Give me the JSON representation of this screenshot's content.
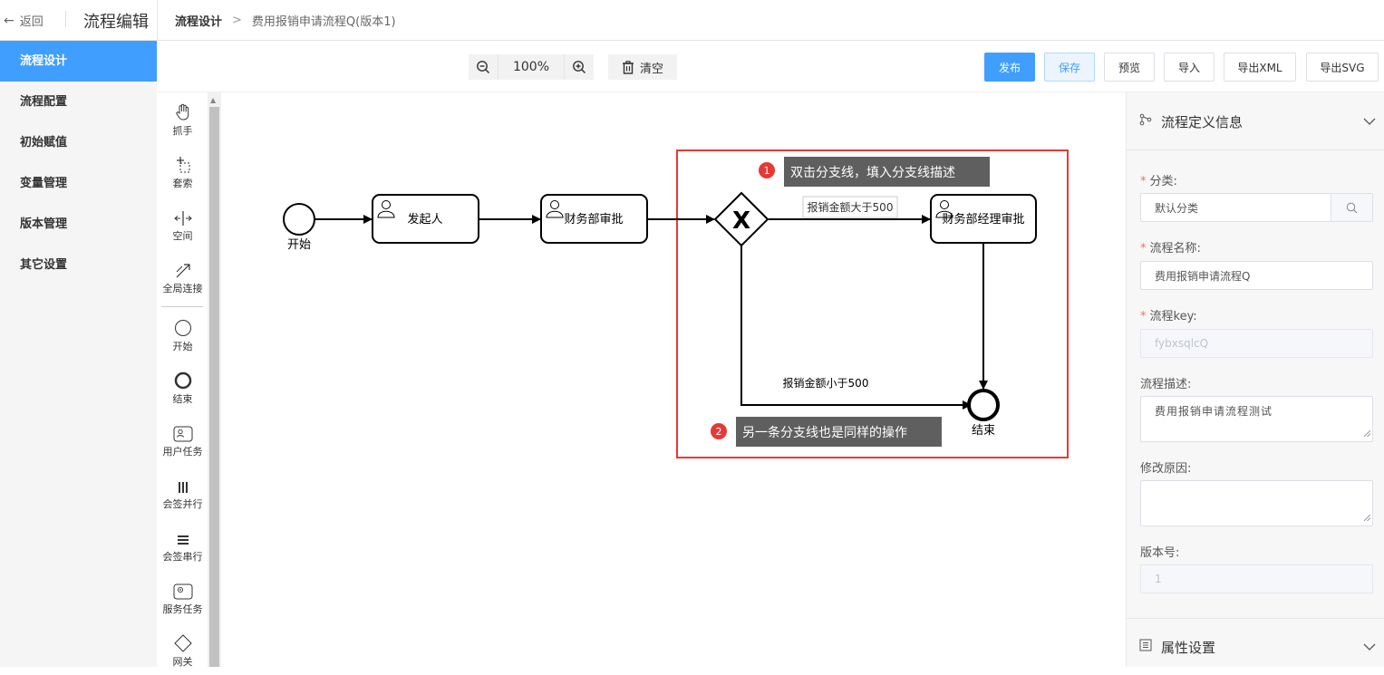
{
  "header": {
    "back_label": "返回",
    "app_title": "流程编辑",
    "breadcrumb": [
      "流程设计",
      "费用报销申请流程Q(版本1)"
    ]
  },
  "nav": {
    "items": [
      {
        "label": "流程设计",
        "active": true
      },
      {
        "label": "流程配置"
      },
      {
        "label": "初始赋值"
      },
      {
        "label": "变量管理"
      },
      {
        "label": "版本管理"
      },
      {
        "label": "其它设置"
      }
    ]
  },
  "toolbar": {
    "zoom": "100%",
    "clear_label": "清空",
    "publish_label": "发布",
    "save_label": "保存",
    "preview_label": "预览",
    "import_label": "导入",
    "export_xml_label": "导出XML",
    "export_svg_label": "导出SVG"
  },
  "palette": {
    "items": [
      {
        "label": "抓手",
        "icon": "hand-icon"
      },
      {
        "label": "套索",
        "icon": "lasso-icon"
      },
      {
        "label": "空间",
        "icon": "space-icon"
      },
      {
        "label": "全局连接",
        "icon": "global-connect-icon"
      },
      {
        "label": "开始",
        "icon": "start-event-icon"
      },
      {
        "label": "结束",
        "icon": "end-event-icon"
      },
      {
        "label": "用户任务",
        "icon": "user-task-icon"
      },
      {
        "label": "会签并行",
        "icon": "parallel-sign-icon"
      },
      {
        "label": "会签串行",
        "icon": "serial-sign-icon"
      },
      {
        "label": "服务任务",
        "icon": "service-task-icon"
      },
      {
        "label": "网关",
        "icon": "gateway-icon"
      }
    ]
  },
  "diagram": {
    "start_label": "开始",
    "initiator_label": "发起人",
    "finance_label": "财务部审批",
    "manager_label": "财务部经理审批",
    "end_label": "结束",
    "gateway_symbol": "X",
    "flow_gt_label": "报销金额大于500",
    "flow_lt_label": "报销金额小于500",
    "tip1_num": "1",
    "tip1_text": "双击分支线，填入分支线描述",
    "tip2_num": "2",
    "tip2_text": "另一条分支线也是同样的操作",
    "highlight_color": "#e53935",
    "tip_bg": "#5f5f5f"
  },
  "panel": {
    "section_title": "流程定义信息",
    "category_label": "分类:",
    "category_value": "默认分类",
    "name_label": "流程名称:",
    "name_value": "费用报销申请流程Q",
    "key_label": "流程key:",
    "key_value": "fybxsqlcQ",
    "desc_label": "流程描述:",
    "desc_value": "费用报销申请流程测试",
    "reason_label": "修改原因:",
    "reason_value": "",
    "version_label": "版本号:",
    "version_value": "1",
    "attr_title": "属性设置"
  },
  "colors": {
    "primary": "#409eff",
    "nav_bg": "#f5f5f5",
    "required": "#f56c6c"
  }
}
